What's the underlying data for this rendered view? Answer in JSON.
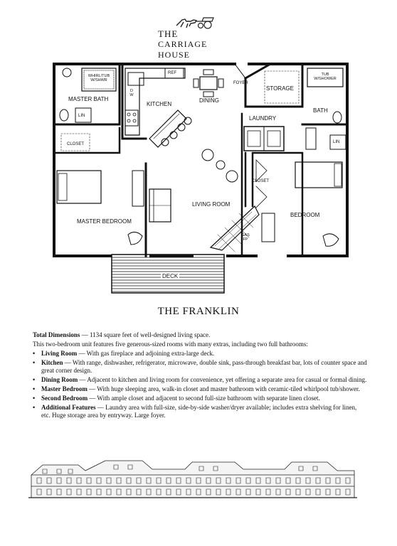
{
  "logo": {
    "line1": "THE",
    "line2": "CARRIAGE HOUSE",
    "icon": "horse-carriage-icon"
  },
  "plan": {
    "labels": {
      "whirl_tub": [
        "WHIRL/TUB",
        "W/SHWR"
      ],
      "master_bath": "MASTER BATH",
      "lin_left": "LIN",
      "closet_left": "CLOSET",
      "dw": [
        "D",
        "W"
      ],
      "ref": "REF",
      "kitchen": "KITCHEN",
      "dining": "DINING",
      "foyer": "FOYER",
      "storage": "STORAGE",
      "tub_shower": [
        "TUB",
        "W/SHOWER"
      ],
      "bath": "BATH",
      "laundry": "LAUNDRY",
      "lin_right": "LIN",
      "closet_right": "CLOSET",
      "living_room": "LIVING ROOM",
      "master_bedroom": "MASTER BEDROOM",
      "bedroom": "BEDROOM",
      "gas_fp": [
        "GAS",
        "FP"
      ],
      "deck": "DECK"
    }
  },
  "title": "THE FRANKLIN",
  "description": {
    "total_label": "Total Dimensions",
    "total_text": " — 1134 square feet of well-designed living space.",
    "intro": "This two-bedroom unit features five generous-sized rooms with many extras, including two full bathrooms:",
    "features": [
      {
        "label": "Living Room",
        "text": " — With gas fireplace and adjoining extra-large deck."
      },
      {
        "label": "Kitchen",
        "text": " — With range, dishwasher, refrigerator, microwave, double sink, pass-through breakfast bar, lots of counter space and great corner design."
      },
      {
        "label": "Dining Room",
        "text": " — Adjacent to kitchen and living room for convenience, yet offering a separate area for casual or formal dining."
      },
      {
        "label": "Master Bedroom",
        "text": " — With huge sleeping area, walk-in closet and master bathroom with ceramic-tiled whirlpool tub/shower."
      },
      {
        "label": "Second Bedroom",
        "text": " — With ample closet and adjacent to second full-size bathroom with separate linen closet."
      },
      {
        "label": "Additional Features",
        "text": " — Laundry area with full-size, side-by-side washer/dryer available; includes extra shelving for linen, etc. Huge storage area by entryway. Large foyer."
      }
    ]
  }
}
